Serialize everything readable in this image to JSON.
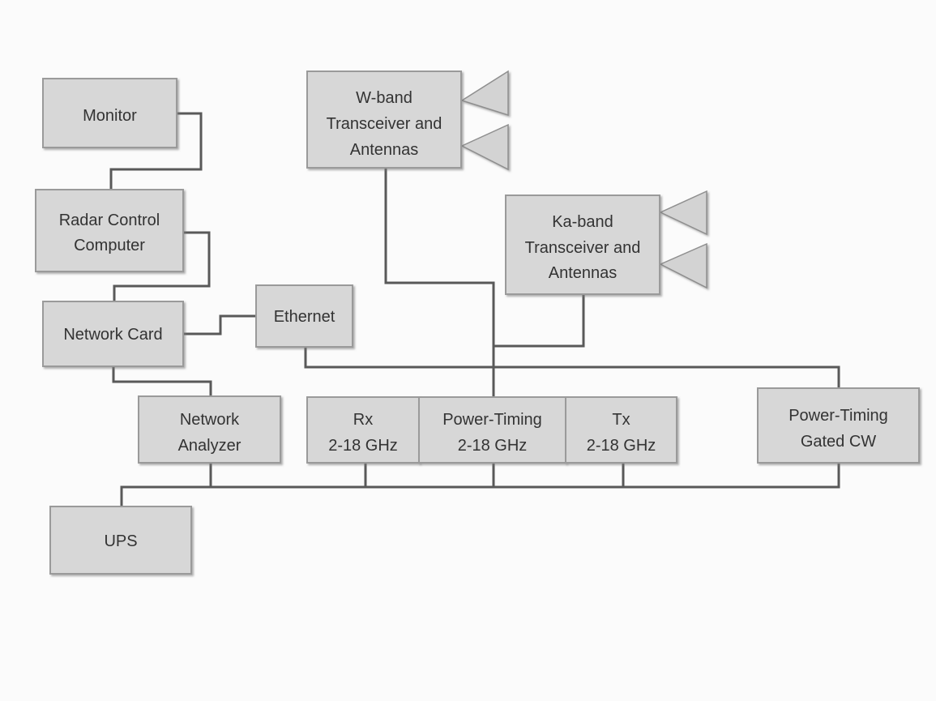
{
  "diagram": {
    "boxes": {
      "monitor": [
        "Monitor"
      ],
      "radar_control_computer": [
        "Radar Control",
        "Computer"
      ],
      "network_card": [
        "Network Card"
      ],
      "ethernet": [
        "Ethernet"
      ],
      "network_analyzer": [
        "Network",
        "Analyzer"
      ],
      "ups": [
        "UPS"
      ],
      "w_band": [
        "W-band",
        "Transceiver and",
        "Antennas"
      ],
      "ka_band": [
        "Ka-band",
        "Transceiver and",
        "Antennas"
      ],
      "rx": [
        "Rx",
        "2-18 GHz"
      ],
      "power_timing": [
        "Power-Timing",
        "2-18 GHz"
      ],
      "tx": [
        "Tx",
        "2-18 GHz"
      ],
      "power_timing_gated": [
        "Power-Timing",
        "Gated CW"
      ]
    }
  }
}
